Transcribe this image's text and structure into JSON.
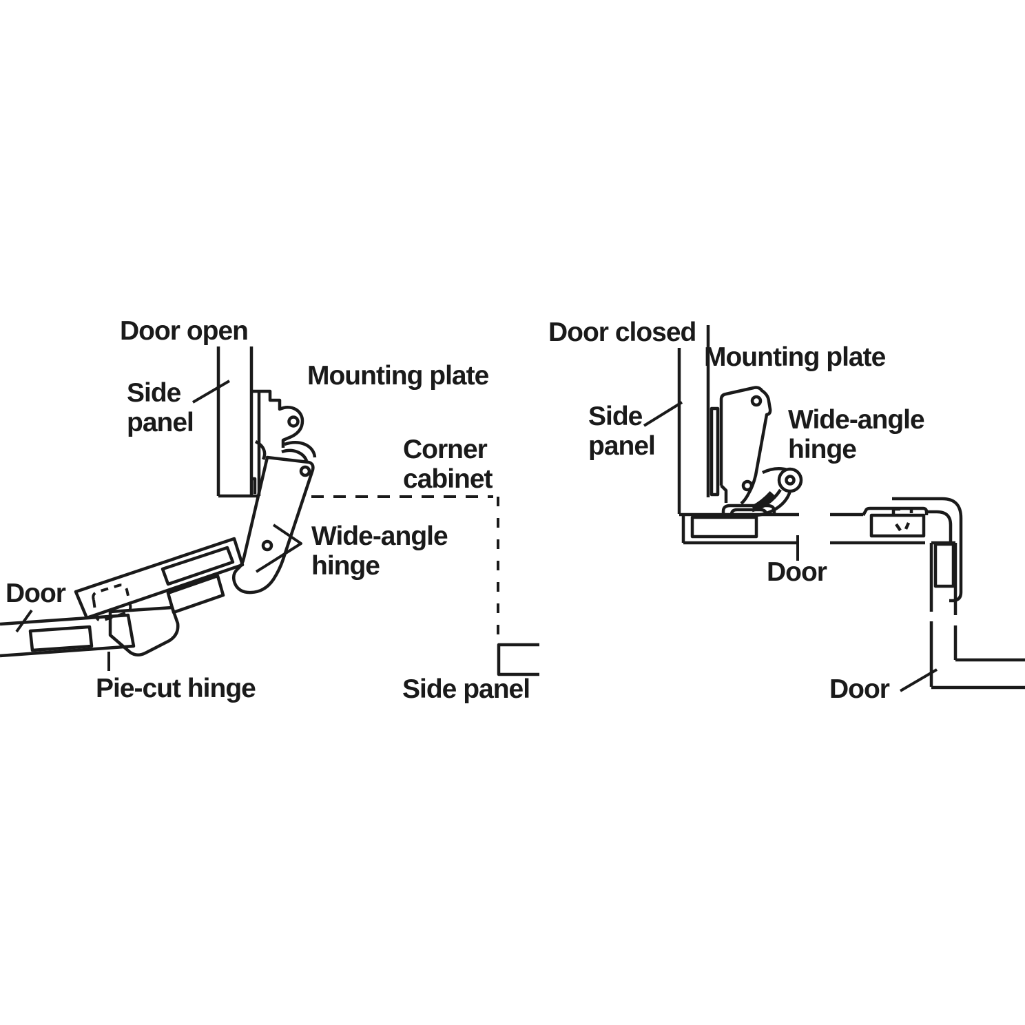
{
  "style": {
    "background": "#ffffff",
    "ink": "#1a1a1a"
  },
  "left_diagram": {
    "title": "Door open",
    "side_panel_top": {
      "line1": "Side",
      "line2": "panel"
    },
    "mounting_plate": "Mounting plate",
    "corner_cabinet": {
      "line1": "Corner",
      "line2": "cabinet"
    },
    "wide_angle_hinge": {
      "line1": "Wide-angle",
      "line2": "hinge"
    },
    "door": "Door",
    "pie_cut_hinge": "Pie-cut hinge",
    "side_panel_bottom": "Side panel"
  },
  "right_diagram": {
    "title": "Door closed",
    "mounting_plate": "Mounting plate",
    "side_panel": {
      "line1": "Side",
      "line2": "panel"
    },
    "wide_angle_hinge": {
      "line1": "Wide-angle",
      "line2": "hinge"
    },
    "door_bottom": "Door",
    "door_front": "Door"
  }
}
